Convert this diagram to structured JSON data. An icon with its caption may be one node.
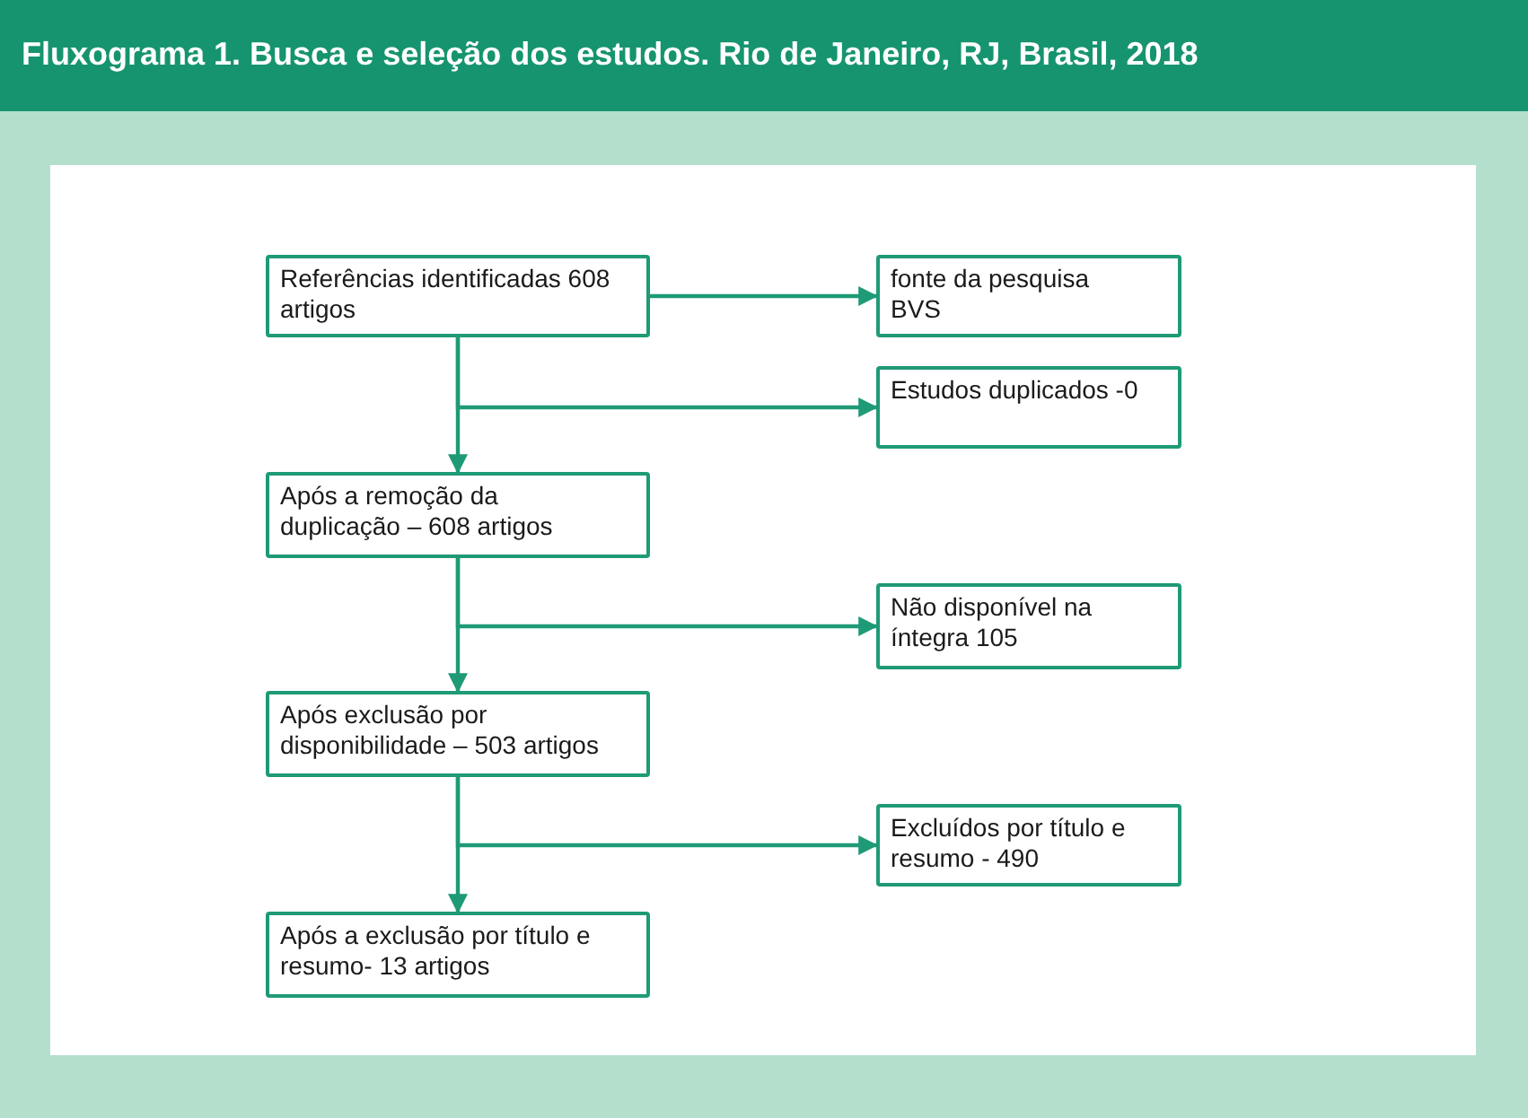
{
  "diagram": {
    "title": "Fluxograma 1. Busca e seleção dos estudos. Rio de Janeiro, RJ, Brasil, 2018",
    "nodes": [
      {
        "text": [
          "Referências identificadas 608 artigos"
        ]
      },
      {
        "text": [
          "fonte da pesquisa BVS"
        ]
      },
      {
        "text": [
          "Estudos duplicados -0"
        ]
      },
      {
        "text": [
          "Após a remoção da duplicação – 608 artigos"
        ]
      },
      {
        "text": [
          "Não disponível na íntegra 105"
        ]
      },
      {
        "text": [
          "Após exclusão por disponibilidade – 503 artigos"
        ]
      },
      {
        "text": [
          "Excluídos por título e resumo - 490"
        ]
      },
      {
        "text": [
          "Após a exclusão por título e resumo- 13 artigos"
        ]
      }
    ],
    "edges": [
      {
        "from": 0,
        "to": 1,
        "arrow": "to"
      },
      {
        "from": 0,
        "to": 2,
        "arrow": "to"
      },
      {
        "from": 0,
        "to": 3,
        "arrow": "to"
      },
      {
        "from": 3,
        "to": 4,
        "arrow": "to"
      },
      {
        "from": 3,
        "to": 5,
        "arrow": "to"
      },
      {
        "from": 5,
        "to": 6,
        "arrow": "to"
      },
      {
        "from": 5,
        "to": 7,
        "arrow": "to"
      }
    ]
  }
}
